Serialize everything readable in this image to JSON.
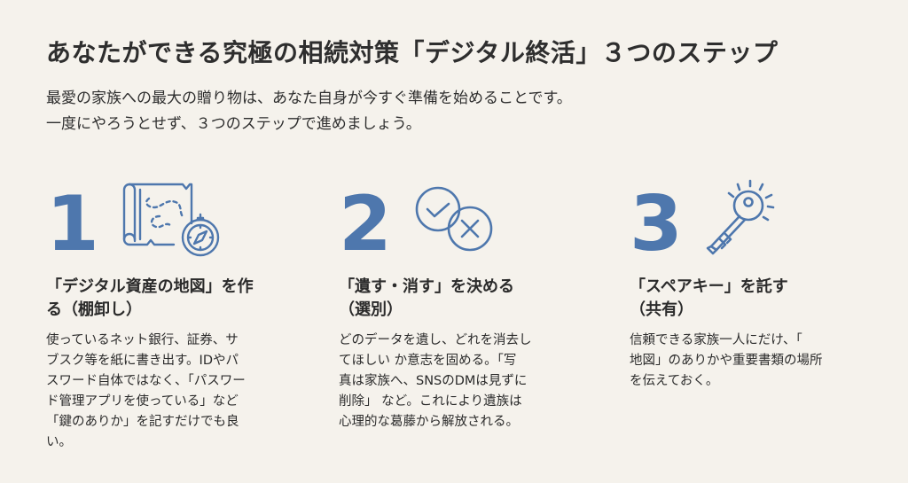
{
  "header": {
    "title": "あなたができる究極の相続対策「デジタル終活」３つのステップ",
    "intro_lines": [
      "最愛の家族への最大の贈り物は、あなた自身が今すぐ準備を始めることです。",
      "一度にやろうとせず、３つのステップで進めましょう。"
    ]
  },
  "colors": {
    "background": "#f5f2ec",
    "accent": "#4e77ad",
    "text": "#2b2b2b"
  },
  "steps": [
    {
      "number": "1",
      "icon": "map-compass-icon",
      "title_lines": [
        "「デジタル資産の地図」を作",
        "る（棚卸し）"
      ],
      "body_lines": [
        "使っているネット銀行、証券、サ",
        "ブスク等を紙に書き出す。IDやパ",
        "スワード自体ではなく、「パスワー",
        "ド管理アプリを使っている」など",
        "「鍵のありか」を記すだけでも良",
        "い。"
      ]
    },
    {
      "number": "2",
      "icon": "check-cross-icon",
      "title_lines": [
        "「遺す・消す」を決める",
        "（選別）"
      ],
      "body_lines": [
        "どのデータを遺し、どれを消去し",
        "てほしい か意志を固める。「写",
        "真は家族へ、SNSのDMは見ずに",
        "削除」 など。これにより遺族は",
        "心理的な葛藤から解放される。"
      ]
    },
    {
      "number": "3",
      "icon": "key-icon",
      "title_lines": [
        "「スペアキー」を託す",
        "（共有）"
      ],
      "body_lines": [
        "信頼できる家族一人にだけ、「",
        "地図」のありかや重要書類の場所",
        "を伝えておく。"
      ]
    }
  ]
}
